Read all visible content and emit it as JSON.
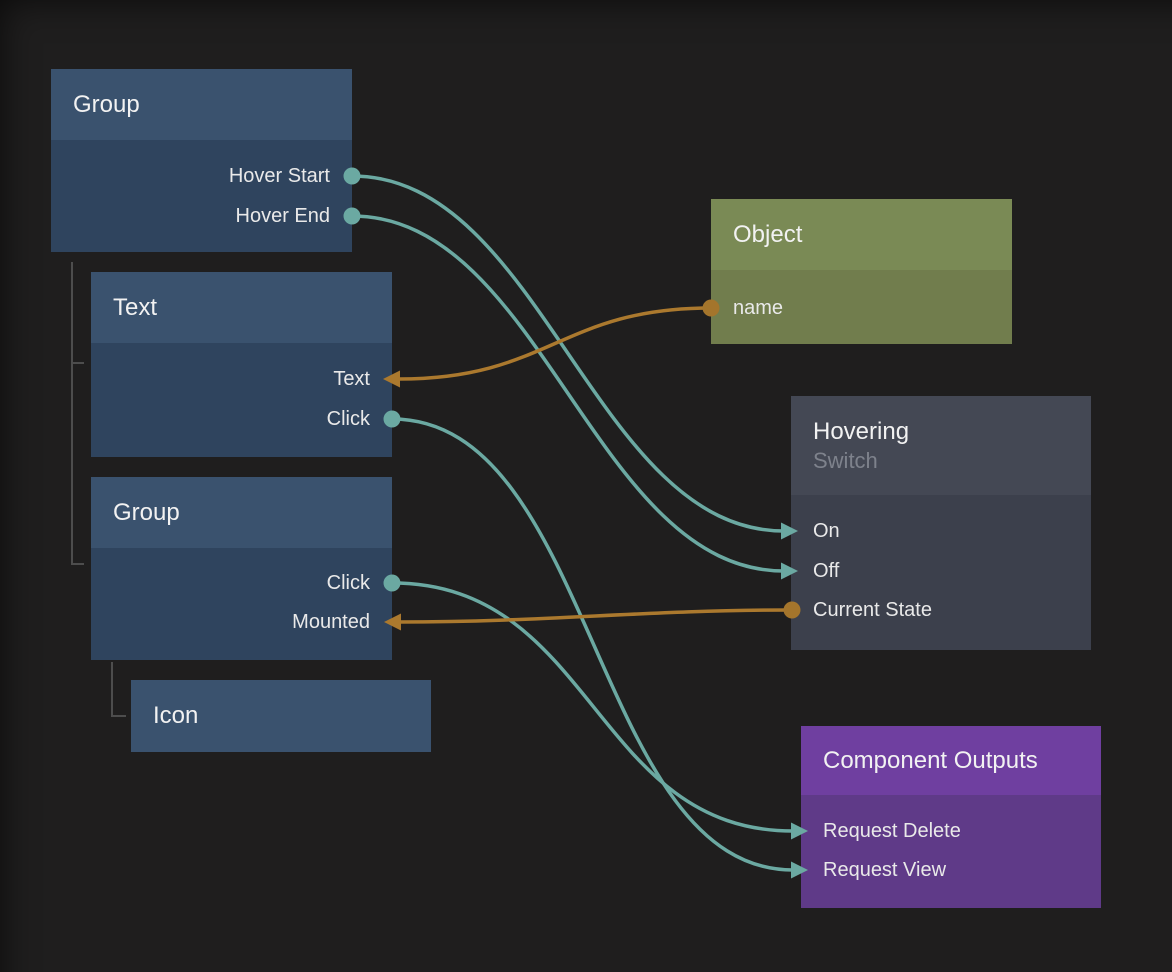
{
  "editor": {
    "background_color": "#1f1e1e",
    "colors": {
      "signal_wire": "#6ba9a2",
      "data_wire": "#ab792e",
      "blue_node_header": "#3a526e",
      "blue_node_body": "#2f445e",
      "olive_node_header": "#7a8a55",
      "olive_node_body": "#717d4d",
      "slate_node_header": "#444854",
      "slate_node_body": "#3c404c",
      "purple_node_header": "#6f3fa0",
      "purple_node_body": "#5f3a88",
      "tree_line": "#4d4d4d"
    },
    "nodes": {
      "group_top": {
        "title": "Group",
        "ports": {
          "hover_start": {
            "label": "Hover Start",
            "direction": "output",
            "type": "signal"
          },
          "hover_end": {
            "label": "Hover End",
            "direction": "output",
            "type": "signal"
          }
        }
      },
      "text": {
        "title": "Text",
        "ports": {
          "text": {
            "label": "Text",
            "direction": "input",
            "type": "data"
          },
          "click": {
            "label": "Click",
            "direction": "output",
            "type": "signal"
          }
        }
      },
      "group_child": {
        "title": "Group",
        "ports": {
          "click": {
            "label": "Click",
            "direction": "output",
            "type": "signal"
          },
          "mounted": {
            "label": "Mounted",
            "direction": "input",
            "type": "data"
          }
        }
      },
      "icon": {
        "title": "Icon"
      },
      "object": {
        "title": "Object",
        "ports": {
          "name": {
            "label": "name",
            "direction": "output",
            "type": "data"
          }
        }
      },
      "hovering": {
        "title": "Hovering",
        "subtitle": "Switch",
        "ports": {
          "on": {
            "label": "On",
            "direction": "input",
            "type": "signal"
          },
          "off": {
            "label": "Off",
            "direction": "input",
            "type": "signal"
          },
          "current_state": {
            "label": "Current State",
            "direction": "output",
            "type": "data"
          }
        }
      },
      "component_outputs": {
        "title": "Component Outputs",
        "ports": {
          "request_delete": {
            "label": "Request Delete",
            "direction": "input",
            "type": "signal"
          },
          "request_view": {
            "label": "Request View",
            "direction": "input",
            "type": "signal"
          }
        }
      }
    },
    "connections": [
      {
        "from": "Group.Hover Start",
        "to": "Hovering.On",
        "type": "signal"
      },
      {
        "from": "Group.Hover End",
        "to": "Hovering.Off",
        "type": "signal"
      },
      {
        "from": "Object.name",
        "to": "Text.Text",
        "type": "data"
      },
      {
        "from": "Text.Click",
        "to": "Component Outputs.Request View",
        "type": "signal"
      },
      {
        "from": "Group.Click",
        "to": "Component Outputs.Request Delete",
        "type": "signal"
      },
      {
        "from": "Hovering.Current State",
        "to": "Group.Mounted",
        "type": "data"
      }
    ]
  }
}
